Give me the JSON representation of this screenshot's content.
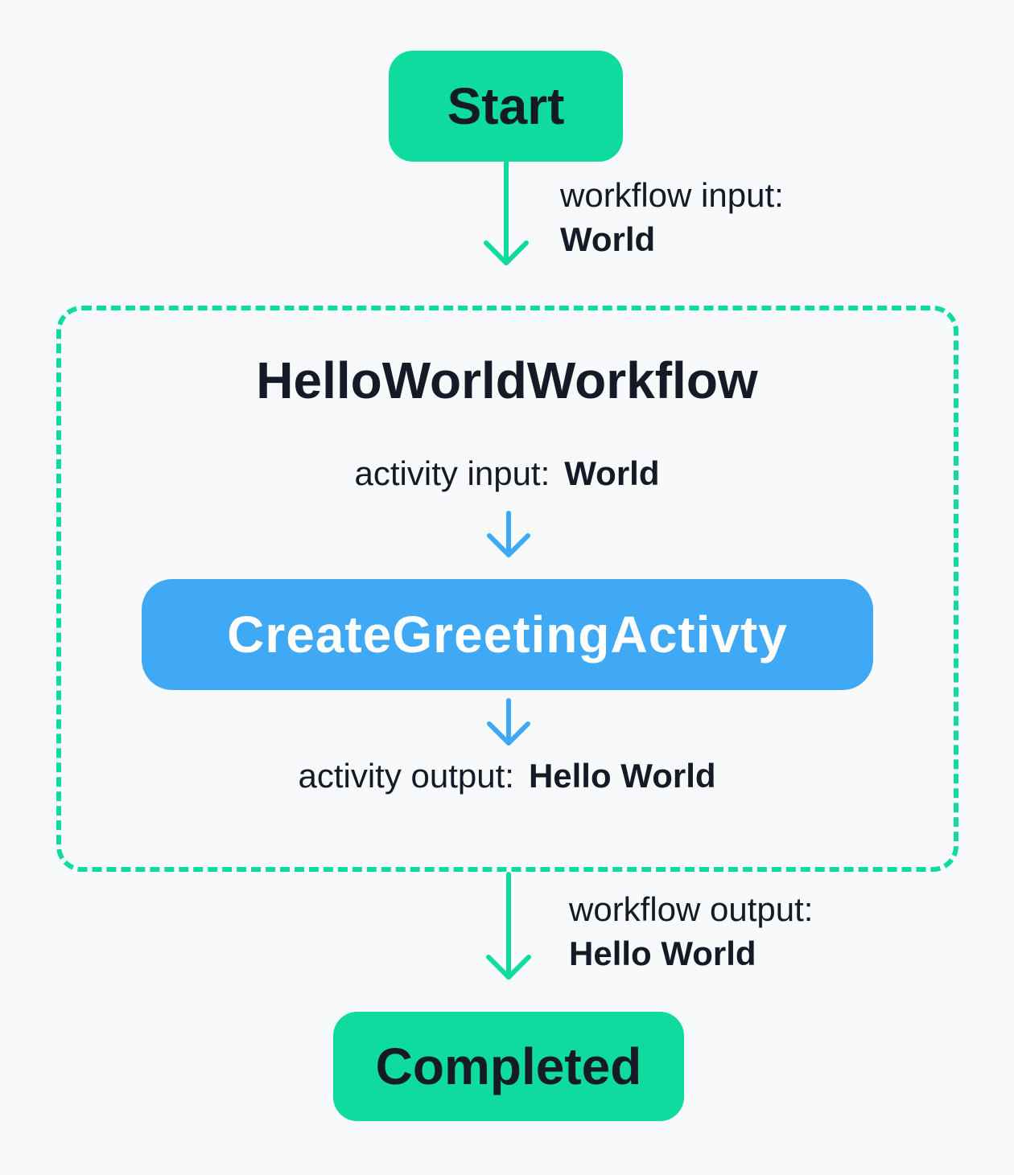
{
  "start": {
    "label": "Start"
  },
  "workflow": {
    "title": "HelloWorldWorkflow"
  },
  "activity": {
    "label": "CreateGreetingActivty"
  },
  "completed": {
    "label": "Completed"
  },
  "workflow_input": {
    "caption": "workflow input:",
    "value": "World"
  },
  "activity_input": {
    "caption": "activity input:",
    "value": "World"
  },
  "activity_output": {
    "caption": "activity output:",
    "value": "Hello World"
  },
  "workflow_output": {
    "caption": "workflow output:",
    "value": "Hello World"
  },
  "colors": {
    "green": "#0edb9d",
    "blue": "#40a9f5",
    "text": "#141b26",
    "background": "#f8f9fa"
  }
}
